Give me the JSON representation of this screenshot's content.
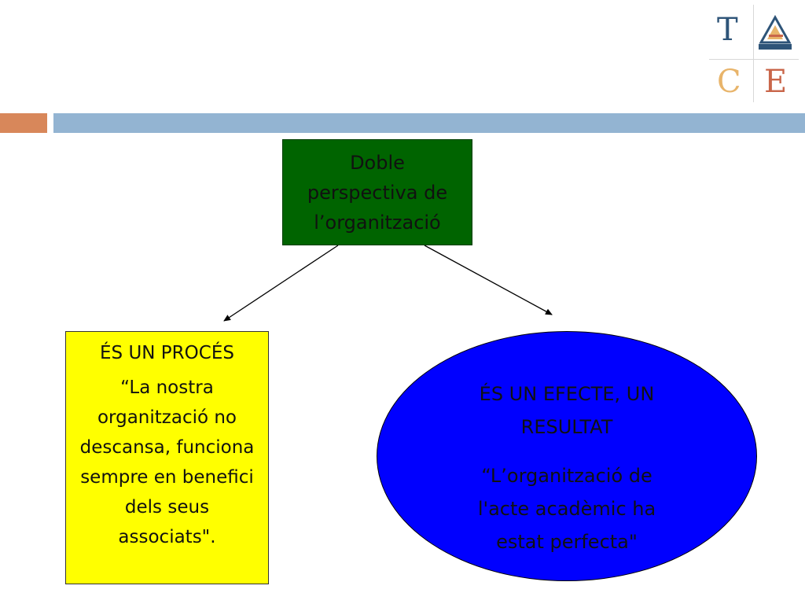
{
  "logo": {
    "letters": [
      "T",
      "C",
      "E"
    ],
    "mark_icon": "triangle-logo-mark"
  },
  "colors": {
    "bar_orange": "#d8875a",
    "bar_blue": "#93b4d2",
    "top_box": "#006400",
    "left_box": "#ffff00",
    "ellipse": "#0000ff"
  },
  "diagram": {
    "top_box": {
      "label": "Doble perspectiva de l’organització"
    },
    "left_box": {
      "heading": "ÉS UN PROCÉS",
      "quote": "“La nostra organització no descansa, funciona sempre en benefici dels seus associats\"."
    },
    "ellipse": {
      "heading": "ÉS UN EFECTE, UN RESULTAT",
      "quote": "“L’organització de l'acte acadèmic ha estat perfecta\""
    }
  }
}
